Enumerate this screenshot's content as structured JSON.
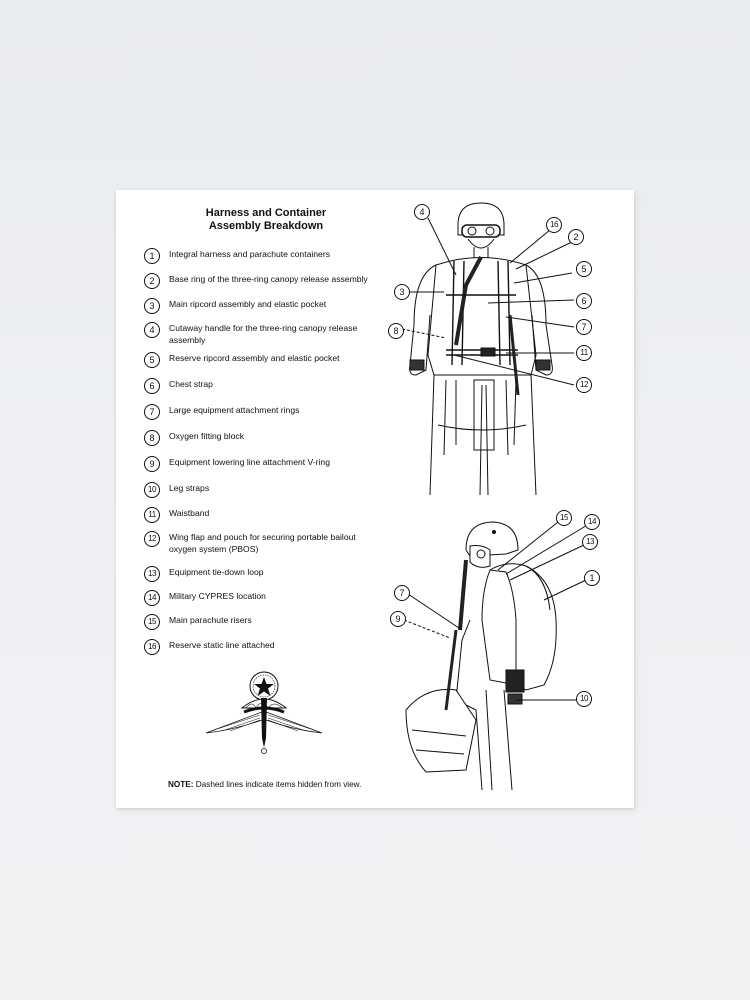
{
  "poster": {
    "title_line1": "Harness and Container",
    "title_line2": "Assembly Breakdown",
    "legend": [
      {
        "num": "1",
        "label": "Integral harness and parachute containers"
      },
      {
        "num": "2",
        "label": "Base ring of the three-ring canopy release assembly"
      },
      {
        "num": "3",
        "label": "Main ripcord assembly and elastic pocket"
      },
      {
        "num": "4",
        "label": "Cutaway handle for the three-ring canopy release assembly"
      },
      {
        "num": "5",
        "label": "Reserve ripcord assembly and elastic pocket"
      },
      {
        "num": "6",
        "label": "Chest strap"
      },
      {
        "num": "7",
        "label": "Large equipment attachment rings"
      },
      {
        "num": "8",
        "label": "Oxygen fitting block"
      },
      {
        "num": "9",
        "label": "Equipment lowering line attachment V-ring"
      },
      {
        "num": "10",
        "label": "Leg straps"
      },
      {
        "num": "11",
        "label": "Waistband"
      },
      {
        "num": "12",
        "label": "Wing flap and pouch for securing portable bailout oxygen system (PBOS)"
      },
      {
        "num": "13",
        "label": "Equipment tie-down loop"
      },
      {
        "num": "14",
        "label": "Military CYPRES location"
      },
      {
        "num": "15",
        "label": "Main parachute risers"
      },
      {
        "num": "16",
        "label": "Reserve static line attached"
      }
    ],
    "note_prefix": "NOTE:",
    "note_text": " Dashed lines indicate items hidden from view.",
    "front_callouts": [
      "4",
      "16",
      "2",
      "3",
      "5",
      "6",
      "8",
      "7",
      "11",
      "12"
    ],
    "side_callouts": [
      "15",
      "14",
      "13",
      "1",
      "7",
      "9",
      "10"
    ],
    "badge_icon": "military-freefall-parachutist-badge",
    "colors": {
      "background": "#eceef1",
      "paper": "#ffffff",
      "ink": "#111111"
    }
  }
}
